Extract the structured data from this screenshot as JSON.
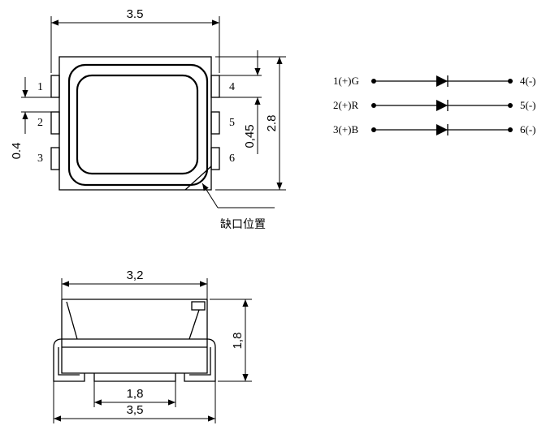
{
  "top_view": {
    "width_dim": "3.5",
    "height_dim": "2.8",
    "pitch_dim": "0,45",
    "pad_dim": "0.4",
    "pins_left": [
      "1",
      "2",
      "3"
    ],
    "pins_right": [
      "4",
      "5",
      "6"
    ],
    "notch_note": "缺口位置"
  },
  "side_view": {
    "top_width_dim": "3,2",
    "height_dim": "1,8",
    "inner_width_dim": "1,8",
    "bottom_width_dim": "3,5"
  },
  "schematic": {
    "rows": [
      {
        "left": "1(+)G",
        "right": "4(-)"
      },
      {
        "left": "2(+)R",
        "right": "5(-)"
      },
      {
        "left": "3(+)B",
        "right": "6(-)"
      }
    ]
  }
}
